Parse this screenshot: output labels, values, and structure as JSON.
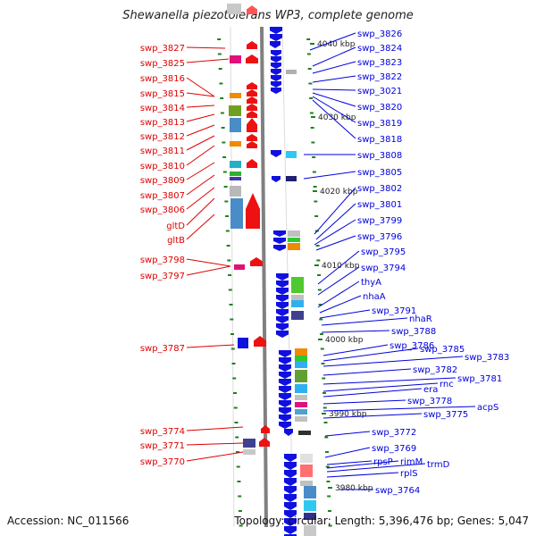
{
  "title": "Shewanella piezotolerans WP3, complete genome",
  "footer": {
    "accession": "Accession: NC_011566",
    "stats": "Topology: circular; Length: 5,396,476 bp; Genes: 5,047"
  },
  "colors": {
    "left_labels": "#e00000",
    "right_labels": "#0000dd",
    "tick": "#208020",
    "axis": "#808080"
  },
  "left_labels": [
    "swp_3827",
    "swp_3825",
    "swp_3816",
    "swp_3815",
    "swp_3814",
    "swp_3813",
    "swp_3812",
    "swp_3811",
    "swp_3810",
    "swp_3809",
    "swp_3807",
    "swp_3806",
    "gltD",
    "gltB",
    "swp_3798",
    "swp_3797",
    "swp_3787",
    "swp_3774",
    "swp_3771",
    "swp_3770"
  ],
  "right_labels": [
    "swp_3826",
    "swp_3824",
    "swp_3823",
    "swp_3822",
    "swp_3021",
    "swp_3820",
    "swp_3819",
    "swp_3818",
    "swp_3808",
    "swp_3805",
    "swp_3802",
    "swp_3801",
    "swp_3799",
    "swp_3796",
    "swp_3795",
    "swp_3794",
    "thyA",
    "nhaA",
    "swp_3791",
    "nhaR",
    "swp_3788",
    "swp_3786",
    "swp_3785",
    "swp_3783",
    "swp_3782",
    "swp_3781",
    "rnc",
    "era",
    "swp_3778",
    "acpS",
    "swp_3775",
    "swp_3772",
    "swp_3769",
    "rpsP",
    "rimM",
    "trmD",
    "rplS",
    "swp_3764"
  ],
  "scale_labels": [
    "4040 kbp",
    "4030 kbp",
    "4020 kbp",
    "4010 kbp",
    "4000 kbp",
    "3990 kbp",
    "3980 kbp"
  ]
}
